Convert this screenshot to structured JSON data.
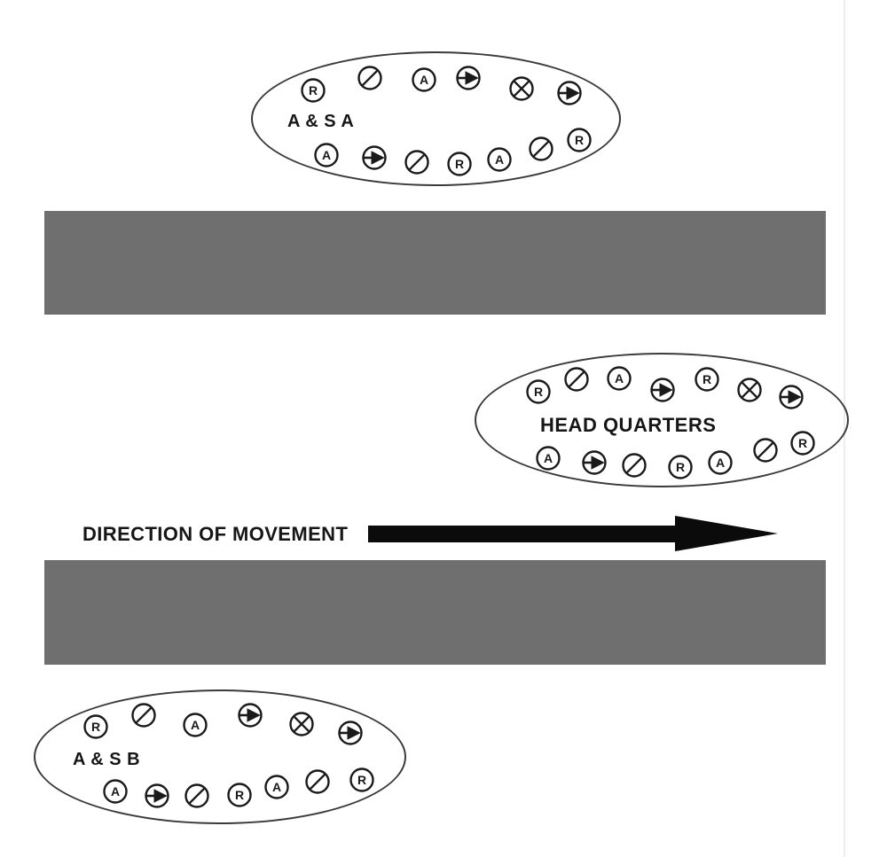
{
  "colors": {
    "background": "#ffffff",
    "road_gray": "#6f6f6f",
    "ink": "#1a1a1a",
    "ellipse_outline": "#3a3a3a"
  },
  "movement": {
    "label": "DIRECTION OF MOVEMENT",
    "arrow_icon": "right-arrow"
  },
  "roads": [
    {
      "name": "upper road band"
    },
    {
      "name": "lower road band"
    }
  ],
  "symbol_legend": {
    "R": "circled-r",
    "A": "circled-a",
    "slash": "circled-slash",
    "arrow": "circled-right-arrow",
    "cross": "circled-x"
  },
  "groups": [
    {
      "id": "asa",
      "label": "A & S A",
      "top_row": [
        "R",
        "slash",
        "A",
        "arrow",
        "cross",
        "arrow"
      ],
      "bottom_row": [
        "A",
        "arrow",
        "slash",
        "R",
        "A",
        "slash",
        "R"
      ]
    },
    {
      "id": "hq",
      "label": "HEAD QUARTERS",
      "top_row": [
        "R",
        "slash",
        "A",
        "arrow",
        "R",
        "cross",
        "arrow"
      ],
      "bottom_row": [
        "A",
        "arrow",
        "slash",
        "R",
        "A",
        "slash",
        "R"
      ]
    },
    {
      "id": "asb",
      "label": "A & S B",
      "top_row": [
        "R",
        "slash",
        "A",
        "arrow",
        "cross",
        "arrow"
      ],
      "bottom_row": [
        "A",
        "arrow",
        "slash",
        "R",
        "A",
        "slash",
        "R"
      ]
    }
  ]
}
